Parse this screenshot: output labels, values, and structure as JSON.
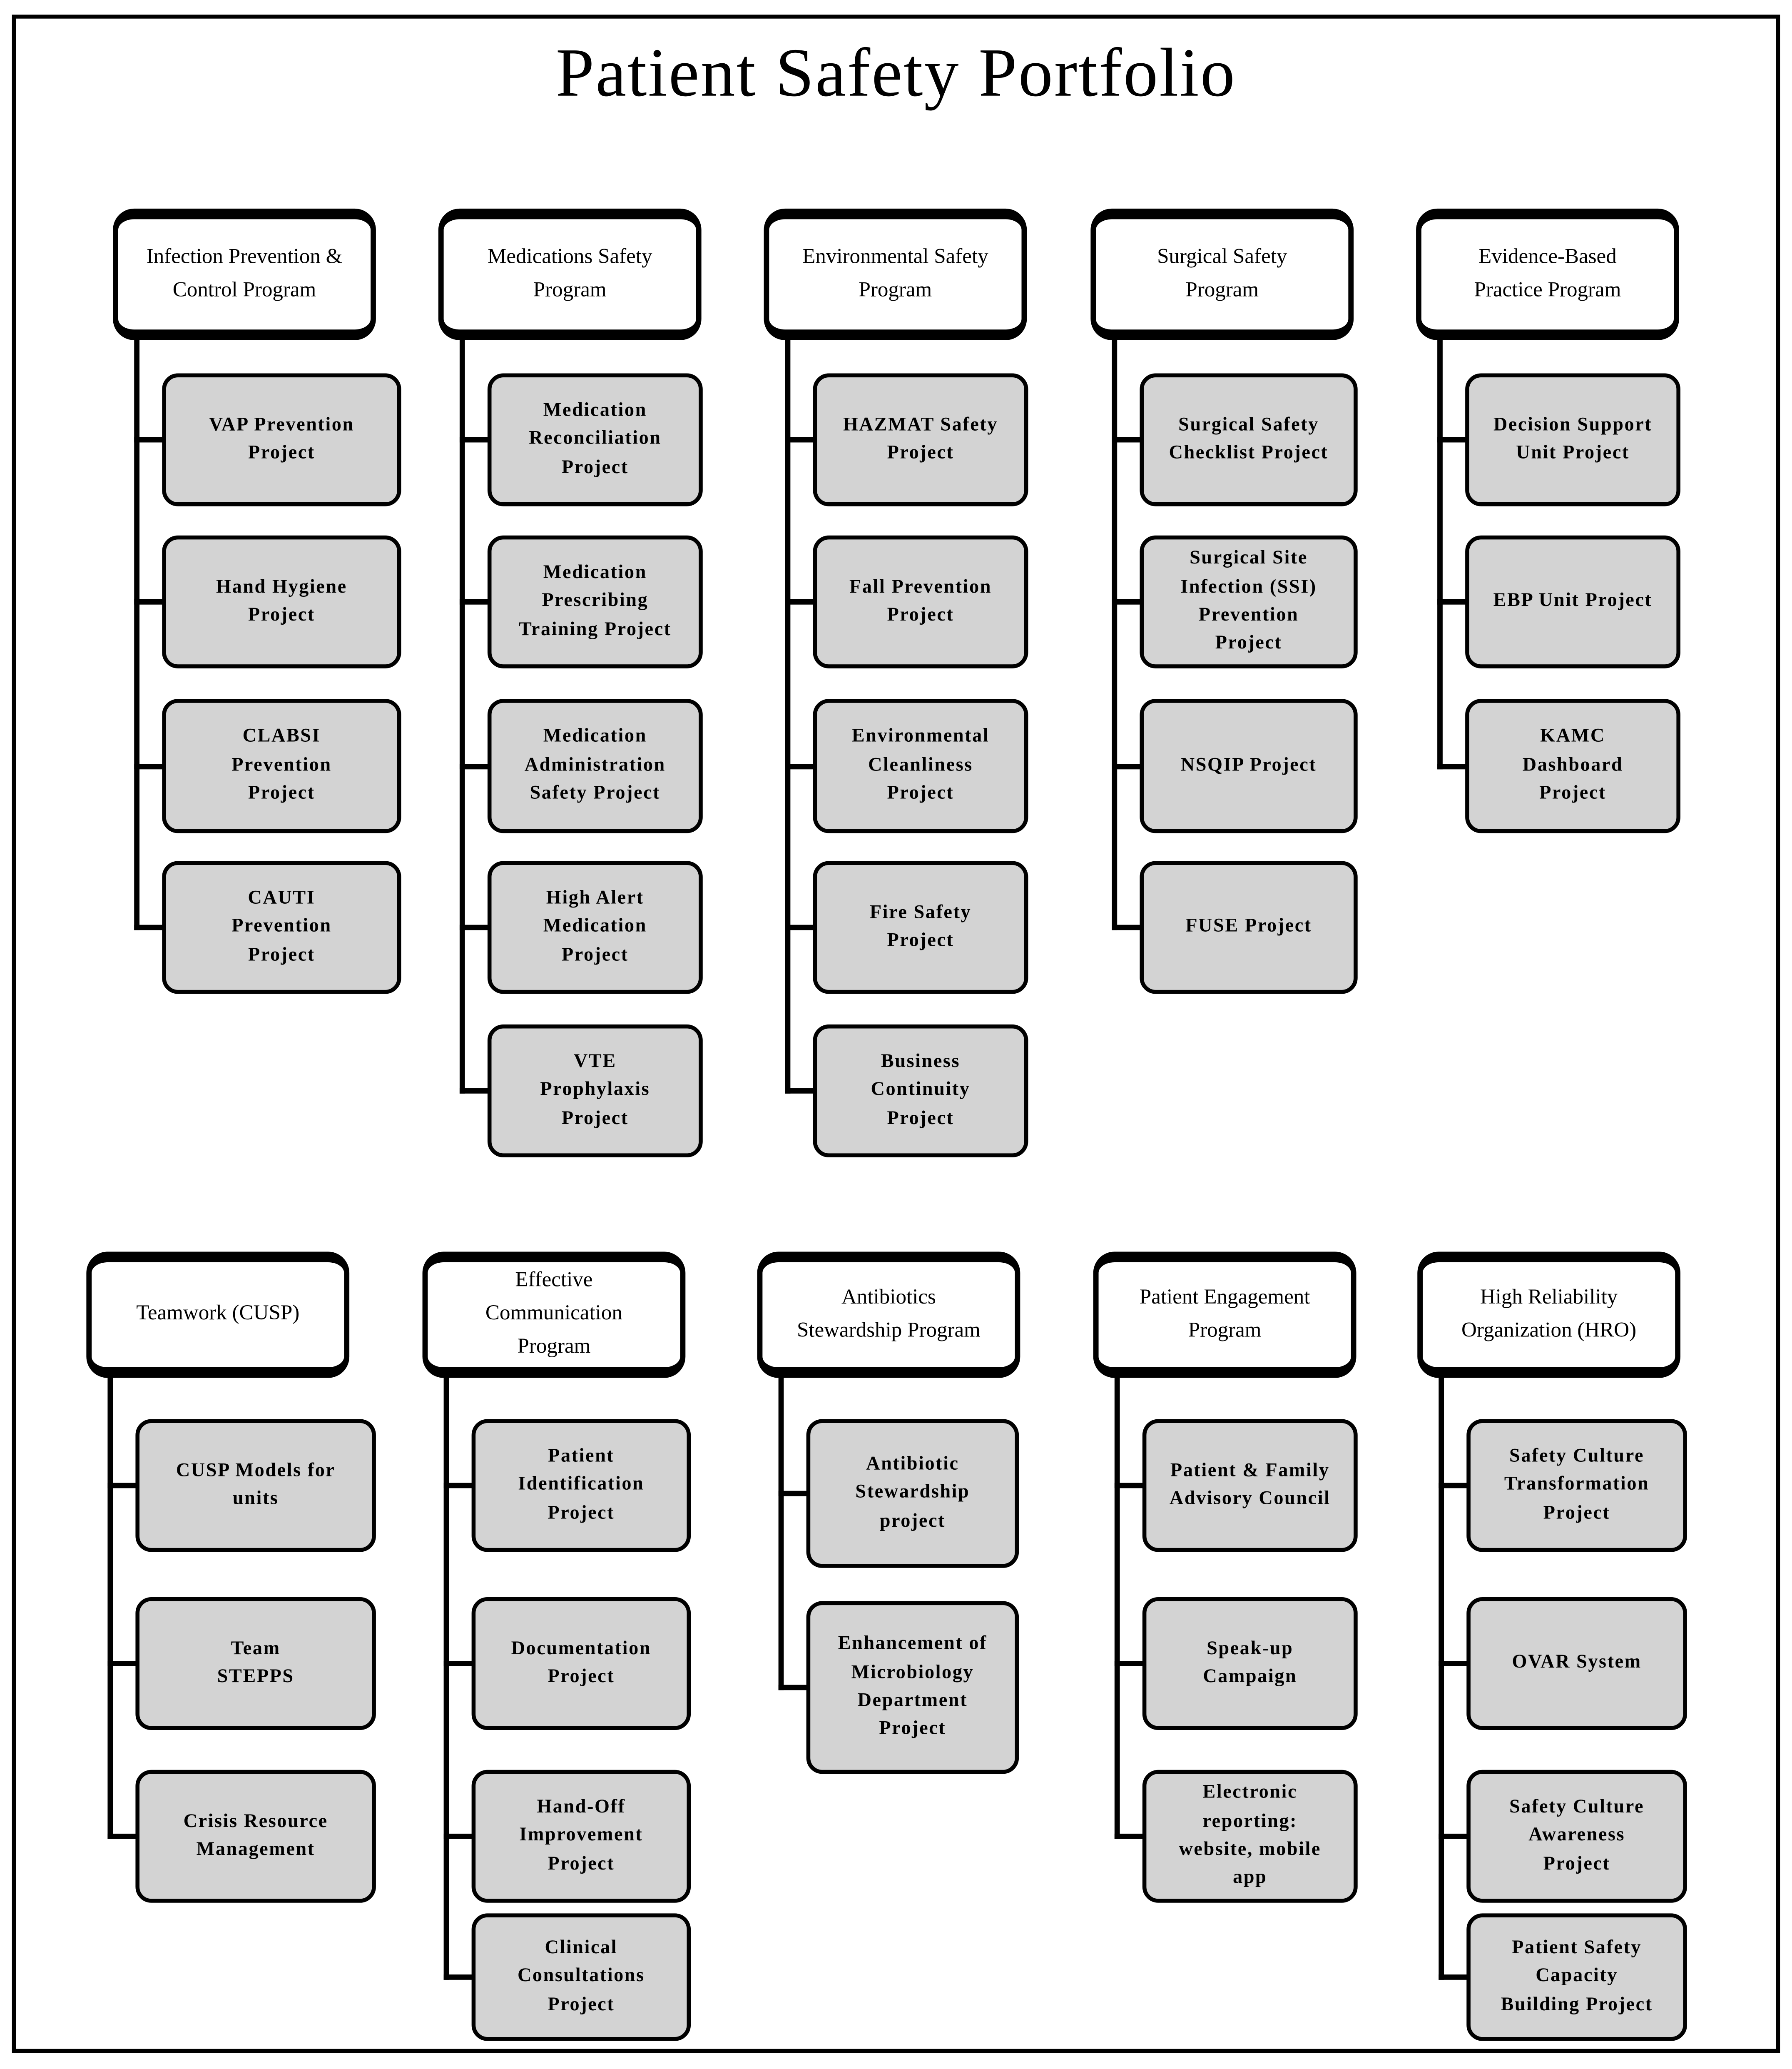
{
  "title": "Patient Safety Portfolio",
  "colors": {
    "project_fill": "#d3d3d3",
    "program_fill": "#ffffff",
    "line": "#000000",
    "background": "#ffffff"
  },
  "rows": [
    {
      "programs": [
        {
          "name": "Infection Prevention &\nControl Program",
          "projects": [
            "VAP Prevention\nProject",
            "Hand Hygiene\nProject",
            "CLABSI\nPrevention\nProject",
            "CAUTI\nPrevention\nProject"
          ]
        },
        {
          "name": "Medications Safety\nProgram",
          "projects": [
            "Medication\nReconciliation\nProject",
            "Medication\nPrescribing\nTraining Project",
            "Medication\nAdministration\nSafety Project",
            "High Alert\nMedication\nProject",
            "VTE\nProphylaxis\nProject"
          ]
        },
        {
          "name": "Environmental Safety\nProgram",
          "projects": [
            "HAZMAT Safety\nProject",
            "Fall Prevention\nProject",
            "Environmental\nCleanliness\nProject",
            "Fire Safety\nProject",
            "Business\nContinuity\nProject"
          ]
        },
        {
          "name": "Surgical Safety\nProgram",
          "projects": [
            "Surgical Safety\nChecklist Project",
            "Surgical Site\nInfection (SSI)\nPrevention\nProject",
            "NSQIP Project",
            "FUSE Project"
          ]
        },
        {
          "name": "Evidence-Based\nPractice Program",
          "projects": [
            "Decision Support\nUnit Project",
            "EBP Unit Project",
            "KAMC\nDashboard\nProject"
          ]
        }
      ]
    },
    {
      "programs": [
        {
          "name": "Teamwork (CUSP)",
          "projects": [
            "CUSP Models for\nunits",
            "Team\nSTEPPS",
            "Crisis Resource\nManagement"
          ]
        },
        {
          "name": "Effective\nCommunication\nProgram",
          "projects": [
            "Patient\nIdentification\nProject",
            "Documentation\nProject",
            "Hand-Off\nImprovement\nProject",
            "Clinical\nConsultations\nProject"
          ]
        },
        {
          "name": "Antibiotics\nStewardship Program",
          "projects": [
            "Antibiotic\nStewardship\nproject",
            "Enhancement of\nMicrobiology\nDepartment\nProject"
          ]
        },
        {
          "name": "Patient Engagement\nProgram",
          "projects": [
            "Patient & Family\nAdvisory Council",
            "Speak-up\nCampaign",
            "Electronic\nreporting:\nwebsite, mobile\napp"
          ]
        },
        {
          "name": "High Reliability\nOrganization (HRO)",
          "projects": [
            "Safety Culture\nTransformation\nProject",
            "OVAR System",
            "Safety Culture\nAwareness\nProject",
            "Patient Safety\nCapacity\nBuilding Project"
          ]
        }
      ]
    }
  ]
}
